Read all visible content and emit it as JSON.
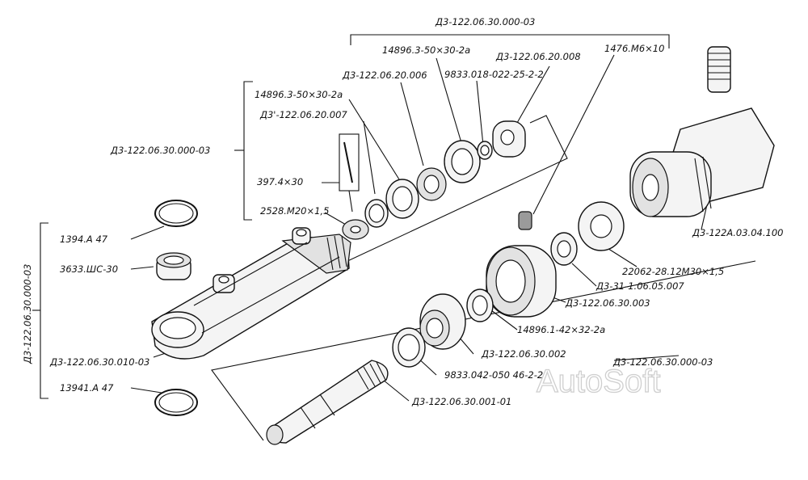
{
  "labels": {
    "top_assembly": "Д3-122.06.30.000-03",
    "left_bracket": "Д3-122.06.30.000-03",
    "outer_vertical": "Д3-122.06.30.000-03",
    "lower_assembly": "Д3-122.06.30.000-03",
    "oring_upper_a": "14896.3-50×30-2а",
    "oring_upper_b": "14896.3-50×30-2а",
    "bushing_008": "Д3-122.06.20.008",
    "screw_1476": "1476.М6×10",
    "part_006": "Д3-122.06.20.006",
    "ring_9833_018": "9833.018-022-25-2-2",
    "part_007": "Д3'-122.06.20.007",
    "pin_397": "397.4×30",
    "nut_2528": "2528.М20×1,5",
    "rod_end": "Д3-122А.03.04.100",
    "circlip_top": "1394.А 47",
    "bearing": "3633.ШС-30",
    "nut_22062": "22062-28.12М30×1,5",
    "washer_31": "Д3-31-1.06.05.007",
    "gland_003": "Д3-122.06.30.003",
    "oring_42": "14896.1-42×32-2а",
    "piston_002": "Д3-122.06.30.002",
    "ring_9833_042": "9833.042-050 46-2-2",
    "cylinder": "Д3-122.06.30.010-03",
    "circlip_bottom": "13941.А 47",
    "rod": "Д3-122.06.30.001-01"
  },
  "watermark": "AutoSoft",
  "colors": {
    "ink": "#111111",
    "paper": "#ffffff",
    "watermark": "#cfcfcf"
  }
}
